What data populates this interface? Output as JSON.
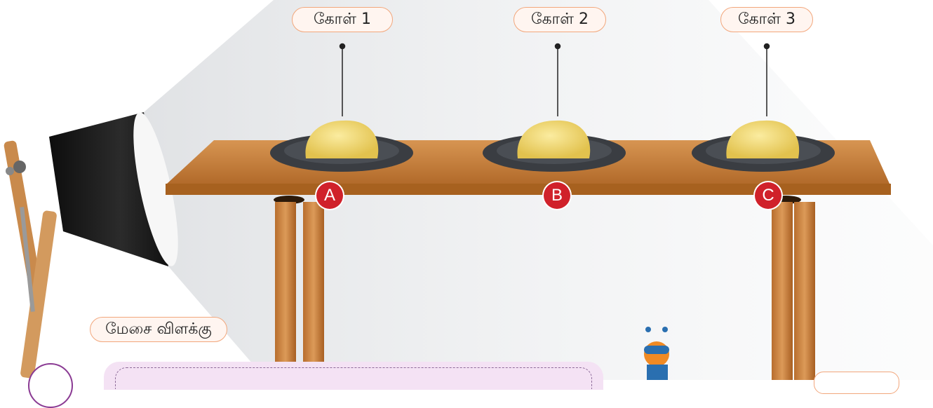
{
  "labels": {
    "plate1": "கோள் 1",
    "plate2": "கோள் 2",
    "plate3": "கோள் 3",
    "lamp": "மேசை விளக்கு"
  },
  "markers": [
    "A",
    "B",
    "C"
  ],
  "colors": {
    "marker": "#d0212a",
    "label_border": "#f2a77c",
    "table_wood": "#c9823f",
    "plate": "#3a3d42",
    "butter": "#f3dc72",
    "lamp_shade": "#1b1b1b",
    "note_bg": "#f4e2f4"
  }
}
